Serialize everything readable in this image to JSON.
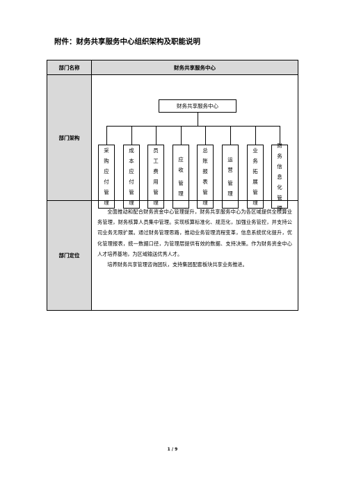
{
  "doc_title": "附件：财务共享服务中心组织架构及职能说明",
  "table": {
    "header_col1": "部门名称",
    "header_col2": "财务共享服务中心",
    "row_structure_label": "部门架构",
    "row_position_label": "部门定位"
  },
  "org": {
    "root": "财务共享服务中心",
    "departments": [
      "采购应付管理",
      "成本应付管理",
      "员工费用管理",
      "应收管理",
      "总账报表管理",
      "运营管理",
      "业务拓展管理",
      "财务信息化管理"
    ]
  },
  "position": {
    "para1": "全面推动和配合财务资金中心管理提升，财务共享服务中心为各区域提供全核算业务管理，财务核算人员集中管理。实现核算标准化、规范化，加强业务管控，并支持公司业务无限扩展。通过财务管理思路，推动业务管理流程变革，信息系统优化提升，优化管理报表，统一数据口径，为管理层提供有效的数据、支持决策。作为财务资金中心人才培养基地，为区域输送优秀人才。",
    "para2": "培养财务共享管理咨询团队，支持集团配套板块共享业务推进。"
  },
  "footer": {
    "page": "1 / 9"
  }
}
